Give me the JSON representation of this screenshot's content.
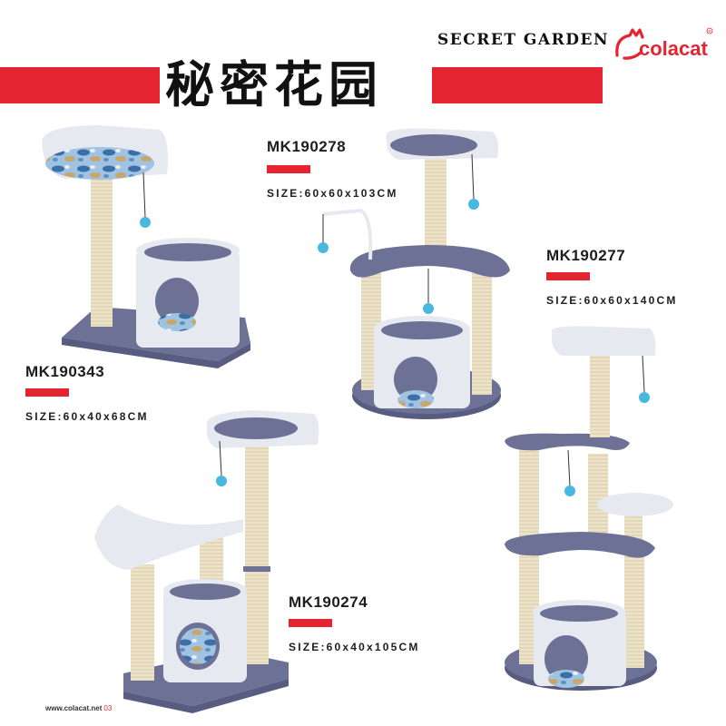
{
  "header": {
    "series_en": "SECRET GARDEN",
    "title_cn": "秘密花园",
    "brand_logo": "colacat"
  },
  "products": [
    {
      "model": "MK190343",
      "size": "SIZE:60x40x68CM"
    },
    {
      "model": "MK190278",
      "size": "SIZE:60x60x103CM"
    },
    {
      "model": "MK190277",
      "size": "SIZE:60x60x140CM"
    },
    {
      "model": "MK190274",
      "size": "SIZE:60x40x105CM"
    }
  ],
  "footer": {
    "url": "www.colacat.net",
    "page": "03"
  },
  "colors": {
    "accent": "#e52431",
    "plush": "#6d7196",
    "panel": "#e6e9ef",
    "sisal": "#ece3c8"
  }
}
